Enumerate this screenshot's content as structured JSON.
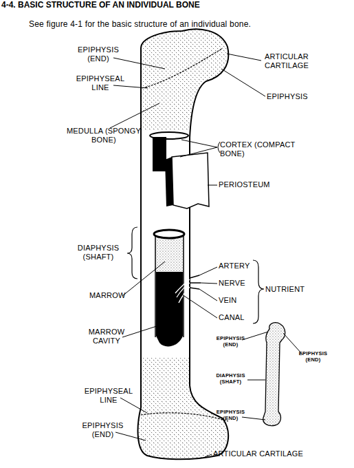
{
  "diagram": {
    "title": "4-4.  BASIC STRUCTURE OF AN INDIVIDUAL BONE",
    "labels": [
      "See figure 4-1 for the basic structure of an individual bone.",
      "EPIPHYSIS (END)",
      "ARTICULAR CARTILAGE",
      "EPIPHYSEAL LINE",
      "EPIPHYSIS",
      "MEDULLA (SPONGY BONE)",
      "CORTEX (COMPACT BONE)",
      "PERIOSTEUM",
      "DIAPHYSIS (SHAFT)",
      "ARTERY",
      "NERVE",
      "MARROW",
      "VEIN",
      "NUTRIENT",
      "CANAL",
      "MARROW CAVITY",
      "EPIPHYSIS (END)",
      "EPIPHYSIS (END)",
      "DIAPHYSIS (SHAFT)",
      "EPIPHYSIS (END)",
      "EPIPHYSEAL LINE",
      "EPIPHYSIS (END)",
      "ARTICULAR CARTILAGE"
    ]
  }
}
